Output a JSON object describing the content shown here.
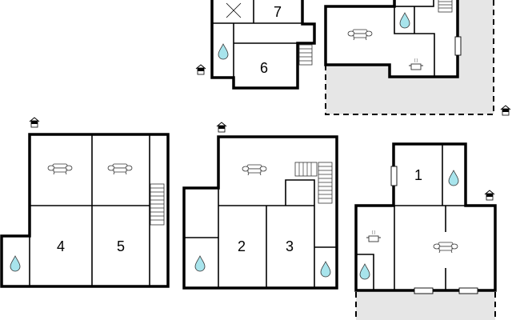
{
  "rooms": {
    "r1": "1",
    "r2": "2",
    "r3": "3",
    "r4": "4",
    "r5": "5",
    "r6": "6",
    "r7": "7"
  },
  "icons": [
    "sofa-icon",
    "water-drop-icon",
    "entrance-icon",
    "stove-icon",
    "stairs-icon",
    "cross-icon",
    "window-icon"
  ],
  "colors": {
    "wall": "#000000",
    "outdoor_area": "#e6e6e6",
    "water": "#a8e4ec"
  }
}
